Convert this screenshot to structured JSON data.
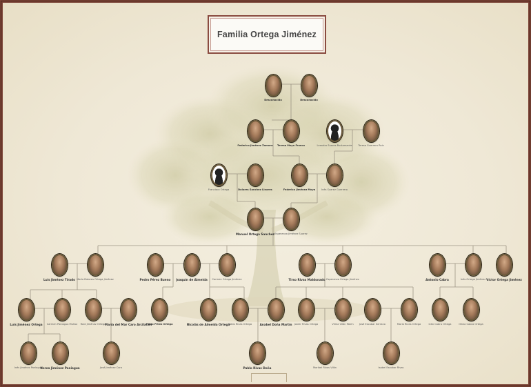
{
  "title": "Familia Ortega Jiménez",
  "colors": {
    "frame": "#7a4336",
    "paper": "#efe8d6",
    "line": "#9b9383"
  },
  "people": [
    {
      "id": "g1",
      "name": "Desconocido",
      "sil": false
    },
    {
      "id": "g2",
      "name": "Desconocido",
      "sil": false
    },
    {
      "id": "f1",
      "name": "Federico Jiménez Zamora",
      "sil": false
    },
    {
      "id": "f2",
      "name": "Teresa Moya Franco",
      "sil": false
    },
    {
      "id": "f3",
      "name": "Leandro Suarez Bustamante",
      "sil": true
    },
    {
      "id": "f4",
      "name": "Teresa Guerrero Ruiz",
      "sil": false
    },
    {
      "id": "e1",
      "name": "Francisco Ortega",
      "sil": true
    },
    {
      "id": "e2",
      "name": "Dolores Sanchez Linares",
      "sil": false
    },
    {
      "id": "e3",
      "name": "Federico Jiménez Moya",
      "sil": false
    },
    {
      "id": "e4",
      "name": "Inés Suarez Guerrero",
      "sil": false
    },
    {
      "id": "d1",
      "name": "Manuel Ortega Sanchez",
      "sil": false
    },
    {
      "id": "d2",
      "name": "Esperanza Jiménez Suarez",
      "sil": false
    },
    {
      "id": "c1",
      "name": "Luis Jiménez Tirado",
      "sil": false
    },
    {
      "id": "c2",
      "name": "María Dolores Ortega Jiménez",
      "sil": false
    },
    {
      "id": "c3",
      "name": "Pedro Pérez Bueno",
      "sil": false
    },
    {
      "id": "c4",
      "name": "Joaquín de Almeida",
      "sil": false
    },
    {
      "id": "c5",
      "name": "Carmen Ortega Jiménez",
      "sil": false
    },
    {
      "id": "c6",
      "name": "Tirso Rivas Maldonado",
      "sil": false
    },
    {
      "id": "c7",
      "name": "Esperanza Ortega Jiménez",
      "sil": false
    },
    {
      "id": "c8",
      "name": "Antonio Cabra",
      "sil": false
    },
    {
      "id": "c9",
      "name": "Inés Ortega Jiménez",
      "sil": false
    },
    {
      "id": "c10",
      "name": "Víctor Ortega Jiménez",
      "sil": false
    },
    {
      "id": "b1",
      "name": "Luis Jiménez Ortega",
      "sil": false
    },
    {
      "id": "b2",
      "name": "Carmen Paniagua Muñoz",
      "sil": false
    },
    {
      "id": "b3",
      "name": "Raúl Jiménez Ortega",
      "sil": false
    },
    {
      "id": "b4",
      "name": "María del Mar Caro Arcilacón",
      "sil": false
    },
    {
      "id": "b5",
      "name": "Pablo Pérez Ortega",
      "sil": false
    },
    {
      "id": "b6",
      "name": "Nicolás de Almeida Ortega",
      "sil": false
    },
    {
      "id": "b7",
      "name": "Pablo Rivas Ortega",
      "sil": false
    },
    {
      "id": "b8",
      "name": "Anabel Doña Martín",
      "sil": false
    },
    {
      "id": "b9",
      "name": "Javier Rivas Ortega",
      "sil": false
    },
    {
      "id": "b10",
      "name": "Vilma Vilón Marín",
      "sil": false
    },
    {
      "id": "b11",
      "name": "José Escobar Serrano",
      "sil": false
    },
    {
      "id": "b12",
      "name": "María Rivas Ortega",
      "sil": false
    },
    {
      "id": "b13",
      "name": "Iván Cabra Ortega",
      "sil": false
    },
    {
      "id": "b14",
      "name": "Olivia Cabra Ortega",
      "sil": false
    },
    {
      "id": "a1",
      "name": "Inés Jiménez Paniagua",
      "sil": false
    },
    {
      "id": "a2",
      "name": "Nerea Jiménez Paniagua",
      "sil": false
    },
    {
      "id": "a3",
      "name": "José Jiménez Caro",
      "sil": false
    },
    {
      "id": "a4",
      "name": "Pablo Rivas Doña",
      "sil": false
    },
    {
      "id": "a5",
      "name": "Maribel Rivas Vilón",
      "sil": false
    },
    {
      "id": "a6",
      "name": "Isabel Escobar Rivas",
      "sil": false
    }
  ]
}
